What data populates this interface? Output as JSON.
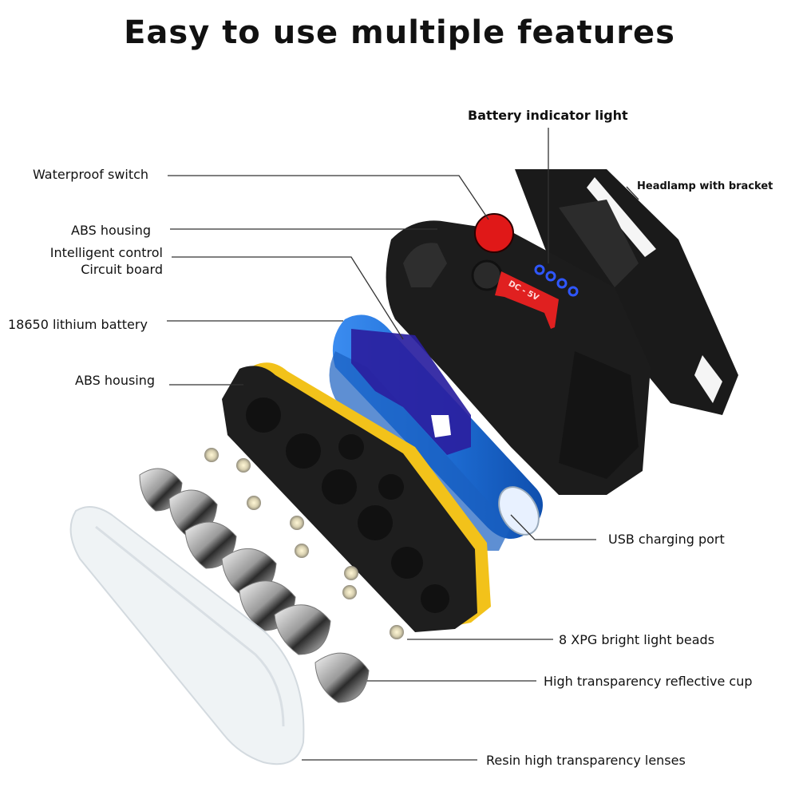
{
  "title": "Easy to use multiple features",
  "labels": {
    "battery_indicator": "Battery indicator light",
    "waterproof_switch": "Waterproof switch",
    "headlamp_bracket": "Headlamp with bracket",
    "abs_housing_top": "ABS housing",
    "intelligent_control_1": "Intelligent control",
    "intelligent_control_2": "Circuit board",
    "lithium_battery": "18650 lithium battery",
    "abs_housing_bottom": "ABS housing",
    "usb_port": "USB charging port",
    "light_beads": "8 XPG bright light beads",
    "reflective_cup": "High transparency reflective cup",
    "lenses": "Resin high transparency lenses"
  },
  "device": {
    "port_marking": "DC - 5V"
  },
  "colors": {
    "housing": "#1c1c1c",
    "switch": "#e01818",
    "battery": "#1f6fd6",
    "circuit": "#2a1fa0",
    "port": "#e02020",
    "indicator": "#2f57ff",
    "accent_yellow": "#f2c21a"
  }
}
